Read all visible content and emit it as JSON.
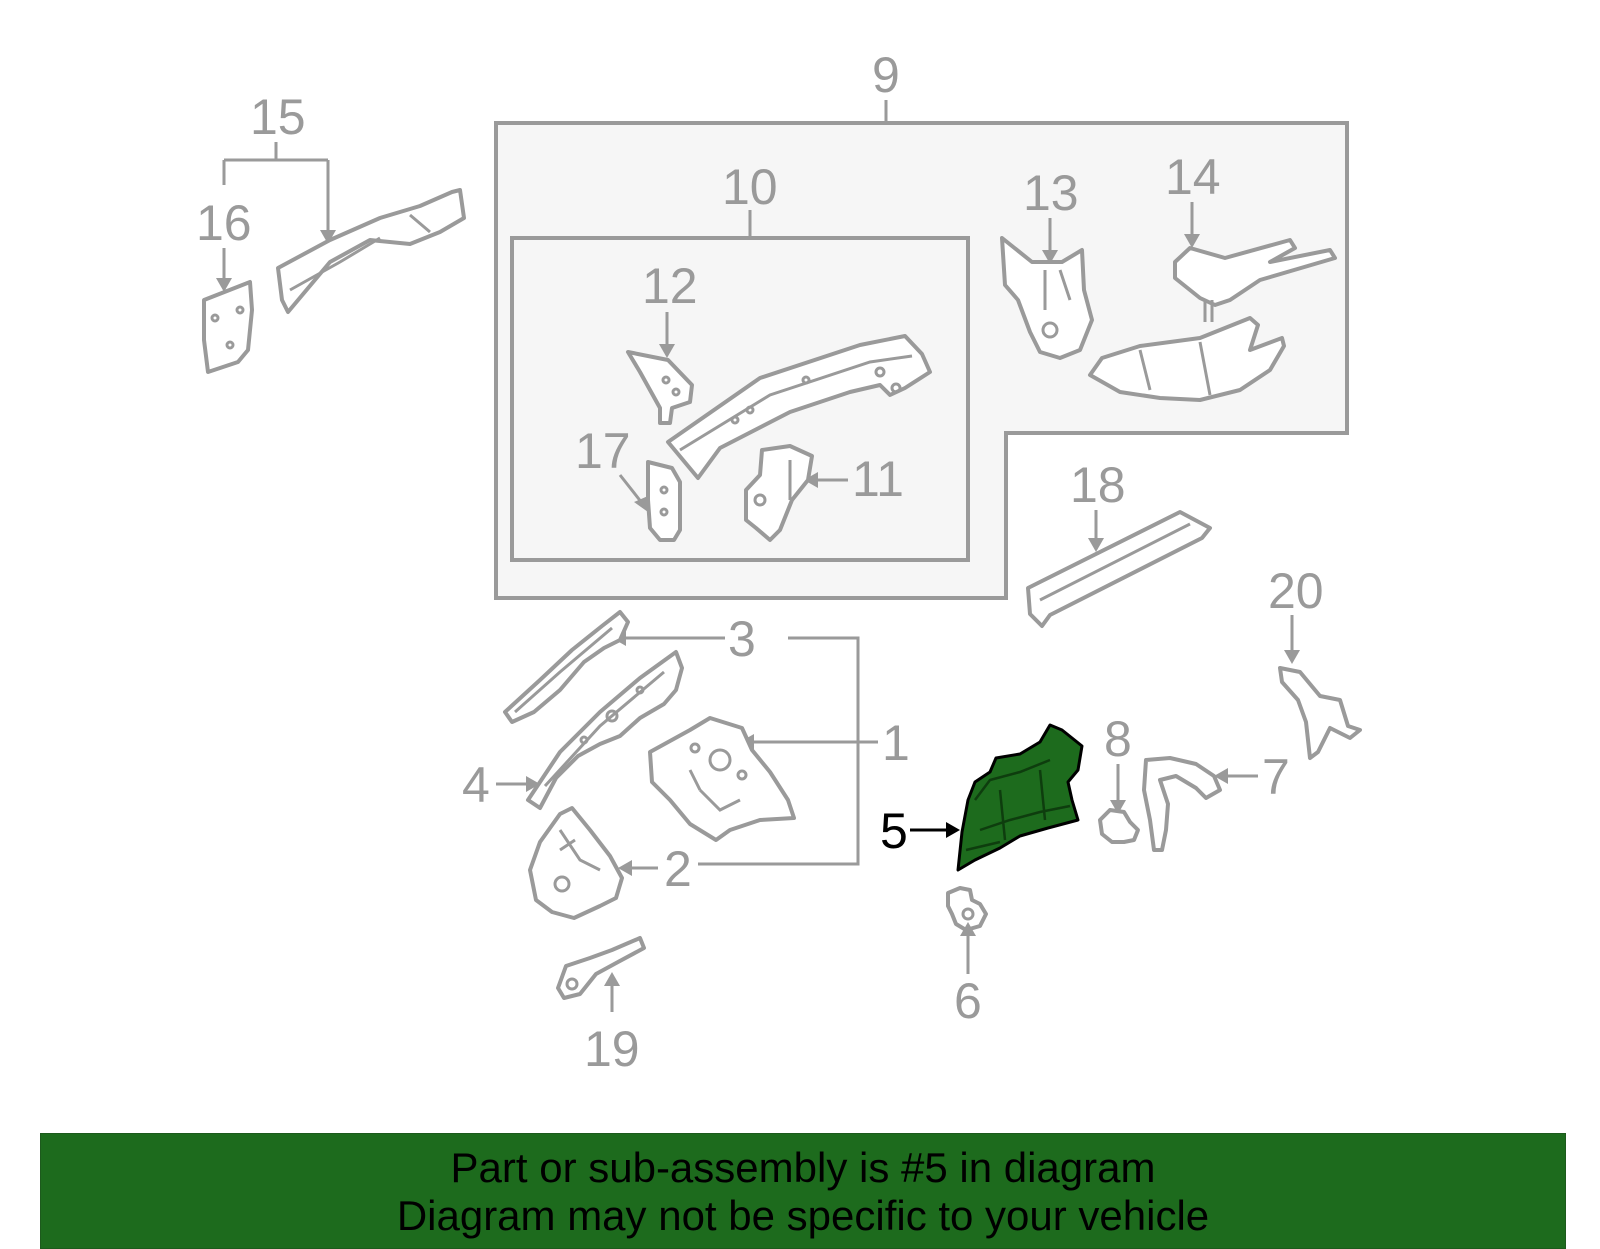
{
  "callouts": {
    "c1": "1",
    "c2": "2",
    "c3": "3",
    "c4": "4",
    "c5": "5",
    "c6": "6",
    "c7": "7",
    "c8": "8",
    "c9": "9",
    "c10": "10",
    "c11": "11",
    "c12": "12",
    "c13": "13",
    "c14": "14",
    "c15": "15",
    "c16": "16",
    "c17": "17",
    "c18": "18",
    "c19": "19",
    "c20": "20"
  },
  "highlighted_part": "5",
  "colors": {
    "highlight": "#1d6b1d",
    "banner": "#1d6b1d",
    "line_art": "#9a9a9a",
    "group_fill": "#f6f6f6"
  },
  "banner": {
    "line1": "Part or sub-assembly is #5 in diagram",
    "line2": "Diagram may not be specific to your vehicle"
  }
}
